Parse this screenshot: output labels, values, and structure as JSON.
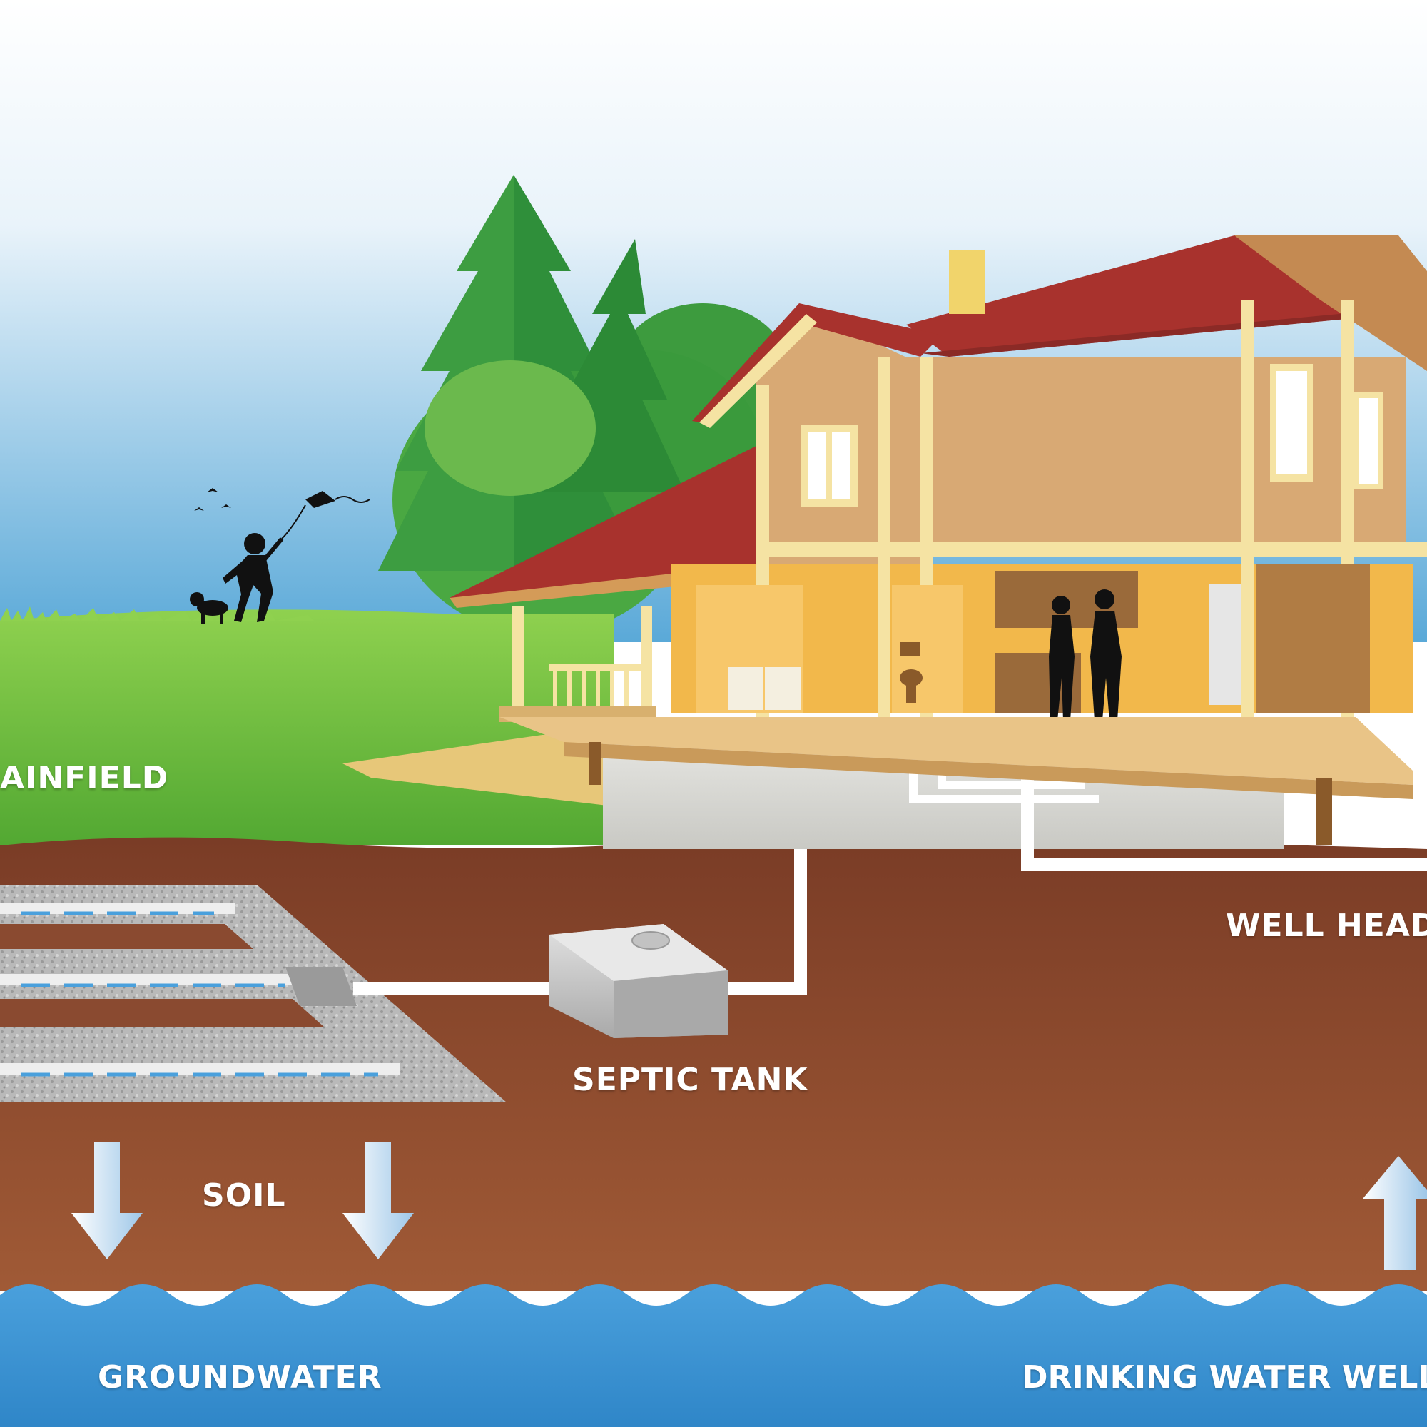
{
  "labels": {
    "drainfield": "AINFIELD",
    "septic_tank": "SEPTIC TANK",
    "well_head": "WELL HEAD",
    "soil": "SOIL",
    "groundwater": "GROUNDWATER",
    "drinking_water_well": "DRINKING WATER WELL"
  },
  "colors": {
    "sky_top": "#ffffff",
    "sky_bottom": "#5aa9d8",
    "grass": "#7ac943",
    "soil": "#8a4a30",
    "groundwater": "#3a8fd0",
    "gravel": "#b7b7b7",
    "pipe": "#ffffff",
    "tank": "#c9c9c9",
    "roof": "#a8322d",
    "wall": "#d8a974",
    "trim": "#f5e3a3",
    "interior": "#f2b84b",
    "tree_dark": "#2f8f3a",
    "tree_light": "#5fb548"
  },
  "flow_arrows": [
    {
      "name": "soil-down-arrow-left",
      "direction": "down"
    },
    {
      "name": "soil-down-arrow-right",
      "direction": "down"
    },
    {
      "name": "well-up-arrow",
      "direction": "up"
    }
  ]
}
